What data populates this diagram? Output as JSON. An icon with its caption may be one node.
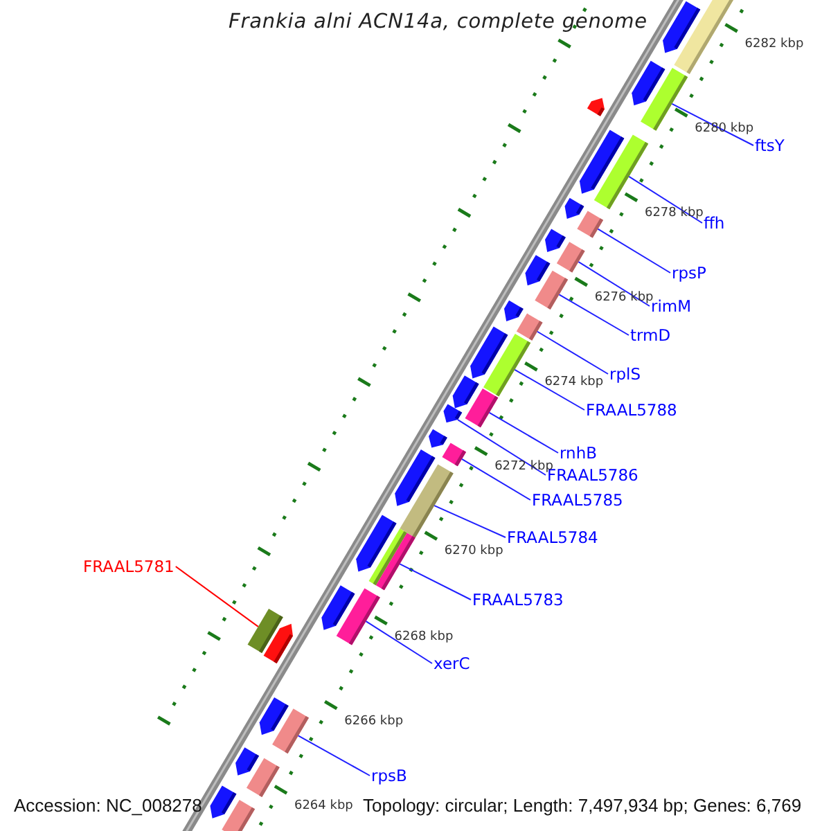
{
  "diagram": {
    "title": "Frankia alni ACN14a, complete genome",
    "nodes": [
      {
        "text": [
          "ftsY"
        ]
      },
      {
        "text": [
          "ffh"
        ]
      },
      {
        "text": [
          "rpsP"
        ]
      },
      {
        "text": [
          "rimM"
        ]
      },
      {
        "text": [
          "trmD"
        ]
      },
      {
        "text": [
          "rplS"
        ]
      },
      {
        "text": [
          "FRAAL5788"
        ]
      },
      {
        "text": [
          "rnhB"
        ]
      },
      {
        "text": [
          "FRAAL5786"
        ]
      },
      {
        "text": [
          "FRAAL5785"
        ]
      },
      {
        "text": [
          "FRAAL5784"
        ]
      },
      {
        "text": [
          "FRAAL5783"
        ]
      },
      {
        "text": [
          "xerC"
        ]
      },
      {
        "text": [
          "rpsB"
        ]
      },
      {
        "text": [
          "FRAAL5781"
        ]
      },
      {
        "text": [],
        "shape": "bar"
      },
      {
        "text": [],
        "shape": "arrow"
      },
      {
        "text": [],
        "shape": "arrow"
      },
      {
        "text": [],
        "shape": "bar"
      },
      {
        "text": [],
        "shape": "arrow"
      },
      {
        "text": [],
        "shape": "bar"
      },
      {
        "text": [],
        "shape": "arrow"
      },
      {
        "text": [],
        "shape": "arrow"
      },
      {
        "text": [],
        "shape": "bar"
      },
      {
        "text": [],
        "shape": "arrow"
      },
      {
        "text": [],
        "shape": "bar"
      },
      {
        "text": [],
        "shape": "arrow"
      },
      {
        "text": [],
        "shape": "bar"
      },
      {
        "text": [],
        "shape": "arrow"
      },
      {
        "text": [],
        "shape": "bar"
      },
      {
        "text": [],
        "shape": "bar"
      },
      {
        "text": [],
        "shape": "arrow"
      },
      {
        "text": [],
        "shape": "arrow"
      },
      {
        "text": [],
        "shape": "bar"
      },
      {
        "text": [],
        "shape": "arrow"
      },
      {
        "text": [],
        "shape": "arrow"
      },
      {
        "text": [],
        "shape": "bar"
      },
      {
        "text": [],
        "shape": "arrow"
      },
      {
        "text": [],
        "shape": "bar"
      },
      {
        "text": [],
        "shape": "arrow"
      },
      {
        "text": [],
        "shape": "bar"
      },
      {
        "text": [],
        "shape": "bar"
      },
      {
        "text": [],
        "shape": "bar"
      },
      {
        "text": [],
        "shape": "arrow"
      },
      {
        "text": [],
        "shape": "bar"
      },
      {
        "text": [],
        "shape": "arrow"
      },
      {
        "text": [],
        "shape": "arrow"
      },
      {
        "text": [],
        "shape": "bar"
      },
      {
        "text": [],
        "shape": "arrow"
      },
      {
        "text": [],
        "shape": "bar"
      },
      {
        "text": [],
        "shape": "arrow"
      },
      {
        "text": [],
        "shape": "bar"
      }
    ],
    "edges": [
      {
        "from": 0,
        "to": 18,
        "arrow": "none"
      },
      {
        "from": 1,
        "to": 20,
        "arrow": "none"
      },
      {
        "from": 2,
        "to": 23,
        "arrow": "none"
      },
      {
        "from": 3,
        "to": 25,
        "arrow": "none"
      },
      {
        "from": 4,
        "to": 27,
        "arrow": "none"
      },
      {
        "from": 5,
        "to": 29,
        "arrow": "none"
      },
      {
        "from": 6,
        "to": 30,
        "arrow": "none"
      },
      {
        "from": 7,
        "to": 33,
        "arrow": "none"
      },
      {
        "from": 8,
        "to": 34,
        "arrow": "none"
      },
      {
        "from": 9,
        "to": 36,
        "arrow": "none"
      },
      {
        "from": 10,
        "to": 38,
        "arrow": "none"
      },
      {
        "from": 11,
        "to": 41,
        "arrow": "none"
      },
      {
        "from": 12,
        "to": 42,
        "arrow": "none"
      },
      {
        "from": 13,
        "to": 47,
        "arrow": "none"
      },
      {
        "from": 14,
        "to": 44,
        "arrow": "none",
        "color": "#ff0000"
      }
    ],
    "labels": [
      "6282 kbp",
      "6280 kbp",
      "6278 kbp",
      "6276 kbp",
      "6274 kbp",
      "6272 kbp",
      "6270 kbp",
      "6268 kbp",
      "6266 kbp",
      "6264 kbp",
      "Accession: NC_008278",
      "Topology: circular; Length: 7,497,934 bp; Genes: 6,769"
    ]
  }
}
